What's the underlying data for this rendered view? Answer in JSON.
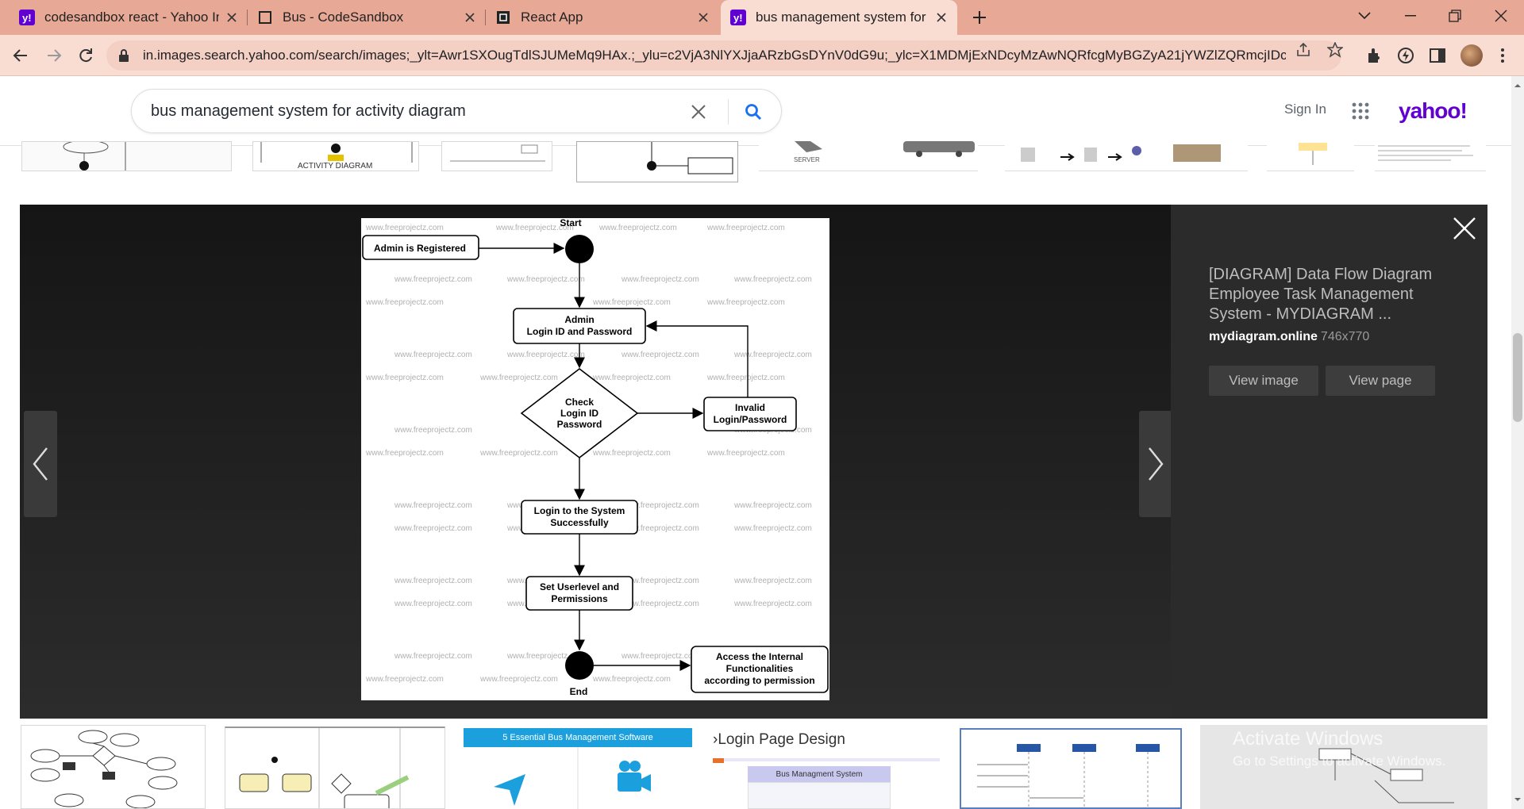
{
  "browser": {
    "tabs": [
      {
        "title": "codesandbox react - Yahoo India",
        "favicon": "yahoo-icon"
      },
      {
        "title": "Bus - CodeSandbox",
        "favicon": "codesandbox-icon"
      },
      {
        "title": "React App",
        "favicon": "codesandbox-icon"
      },
      {
        "title": "bus management system for activity diagram",
        "favicon": "yahoo-icon"
      }
    ],
    "url": "in.images.search.yahoo.com/search/images;_ylt=Awr1SXOugTdlSJUMeMq9HAx.;_ylu=c2VjA3NlYXJjaARzbGsDYnV0dG9u;_ylc=X1MDMjExNDcyMzAwNQRfcgMyBGZyA21jYWZlZQRmcjIDc..."
  },
  "search": {
    "query": "bus management system for activity diagram",
    "sign_in": "Sign In",
    "logo": "yahoo!"
  },
  "top_thumbs": {
    "activity_label": "ACTIVITY DIAGRAM",
    "server_label": "SERVER"
  },
  "lightbox": {
    "title": "[DIAGRAM] Data Flow Diagram Employee Task Management System - MYDIAGRAM ...",
    "source": "mydiagram.online",
    "size": "746x770",
    "view_image": "View image",
    "view_page": "View page"
  },
  "diagram": {
    "start": "Start",
    "end": "End",
    "registered": "Admin is Registered",
    "login_l1": "Admin",
    "login_l2": "Login ID and Password",
    "check_l1": "Check",
    "check_l2": "Login ID",
    "check_l3": "Password",
    "invalid_l1": "Invalid",
    "invalid_l2": "Login/Password",
    "success_l1": "Login to the System",
    "success_l2": "Successfully",
    "perm_l1": "Set Userlevel and",
    "perm_l2": "Permissions",
    "access_l1": "Access the Internal",
    "access_l2": "Functionalities",
    "access_l3": "according to permission",
    "watermark": "www.freeprojectz.com"
  },
  "bottom_thumbs": {
    "bus_software": "5 Essential Bus Management Software",
    "login_design": "Login Page Design",
    "bus_system": "Bus Managment System"
  },
  "os": {
    "activate_title": "Activate Windows",
    "activate_sub": "Go to Settings to activate Windows."
  },
  "colors": {
    "tabstrip": "#e8a896",
    "toolbar": "#f9ddd3",
    "yahoo_purple": "#6001d2",
    "search_blue": "#1d6ff2"
  }
}
